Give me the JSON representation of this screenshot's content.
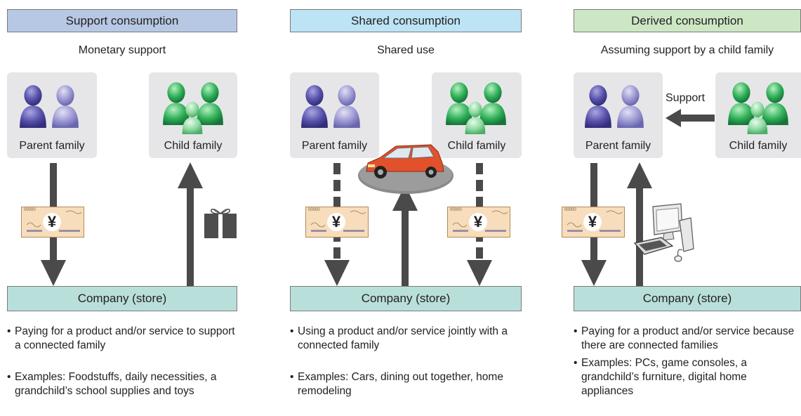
{
  "panels": [
    {
      "header": "Support consumption",
      "subtitle": "Monetary support",
      "left_label": "Parent family",
      "right_label": "Child family",
      "store": "Company (store)",
      "bullets": [
        "Paying for a product and/or service to support a connected family",
        "Examples: Foodstuffs, daily necessities, a grandchild’s school supplies and toys"
      ]
    },
    {
      "header": "Shared consumption",
      "subtitle": "Shared use",
      "left_label": "Parent family",
      "right_label": "Child family",
      "store": "Company (store)",
      "bullets": [
        "Using a product and/or service jointly with a connected family",
        "Examples: Cars, dining out together, home remodeling"
      ]
    },
    {
      "header": "Derived consumption",
      "subtitle": "Assuming support by a child family",
      "left_label": "Parent family",
      "right_label": "Child family",
      "support_label": "Support",
      "store": "Company (store)",
      "bullets": [
        "Paying for a product and/or service because there are connected families",
        "Examples: PCs, game consoles, a grandchild’s furniture, digital home appliances"
      ]
    }
  ],
  "money": {
    "symbol": "¥",
    "serial": "00000"
  },
  "bullet_char": "•",
  "colors": {
    "header_support": "#b7c8e4",
    "header_shared": "#bce4f5",
    "header_derived": "#cde7c5",
    "store_fill": "#b9dfdb",
    "family_box": "#e6e6e8",
    "arrow": "#4a4a4a",
    "parent_dark": "#4f4aa0",
    "parent_light": "#8a86c8",
    "child": "#2e9e4e",
    "car": "#e2512b",
    "banknote": "#f7ddbb"
  }
}
